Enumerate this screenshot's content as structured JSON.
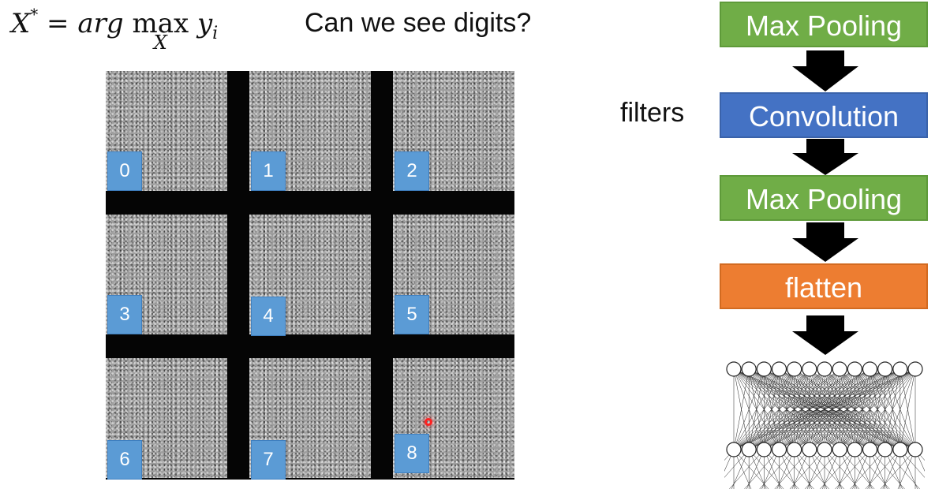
{
  "formula": {
    "lhs": "X",
    "star": "*",
    "equals": "=",
    "argtext": "arg",
    "max": "max",
    "max_under": "X",
    "y": "y",
    "subscript": "i"
  },
  "question": "Can we see digits?",
  "digit_grid": {
    "labels": [
      "0",
      "1",
      "2",
      "3",
      "4",
      "5",
      "6",
      "7",
      "8"
    ],
    "badge_color": "#5b9bd5",
    "separator_color": "#050505",
    "noise_color": "#9e9e9e"
  },
  "cnn_pipeline": {
    "filters_label": "filters",
    "layers": [
      {
        "label": "Max Pooling",
        "kind": "pool",
        "color": "#70ad47"
      },
      {
        "label": "Convolution",
        "kind": "conv",
        "color": "#4472c4"
      },
      {
        "label": "Max Pooling",
        "kind": "pool",
        "color": "#70ad47"
      },
      {
        "label": "flatten",
        "kind": "flat",
        "color": "#ed7d31"
      }
    ],
    "arrow_color": "#000000",
    "network": {
      "top_row_neurons": 13,
      "bottom_row_neurons": 13
    }
  },
  "cursor": {
    "color": "#ff2020"
  }
}
